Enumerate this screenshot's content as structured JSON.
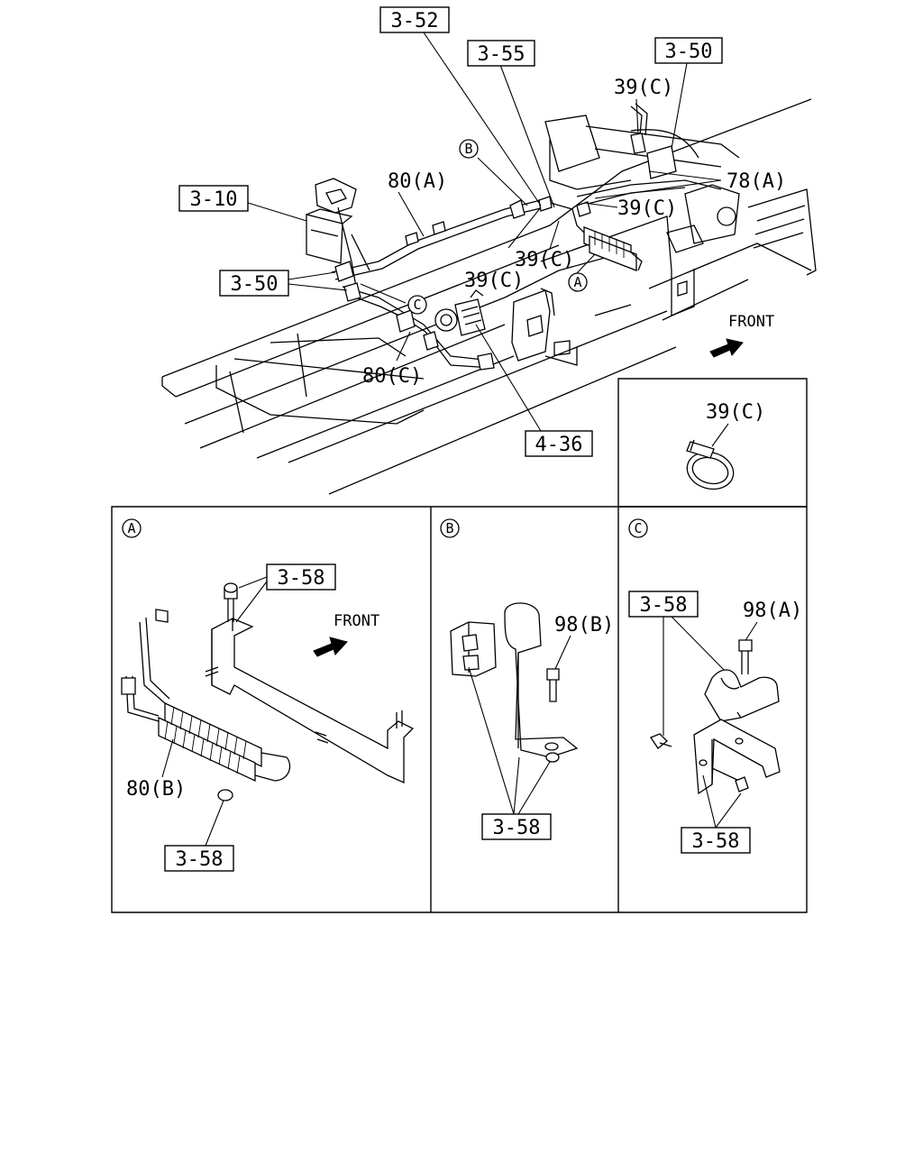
{
  "callouts": {
    "ref_3_52": "3-52",
    "ref_3_55": "3-55",
    "ref_3_50_top": "3-50",
    "ref_3_10": "3-10",
    "ref_3_50_left": "3-50",
    "ref_4_36": "4-36",
    "part_39c_top": "39(C)",
    "part_80a": "80(A)",
    "part_78a": "78(A)",
    "part_39c_mid_right": "39(C)",
    "part_39c_mid": "39(C)",
    "part_80c": "80(C)",
    "detail_b_marker": "B",
    "detail_c_marker": "C",
    "detail_a_marker": "A",
    "front_main": "FRONT"
  },
  "inset_clamp": {
    "part": "39(C)"
  },
  "panel_a": {
    "marker": "A",
    "ref_top": "3-58",
    "front": "FRONT",
    "part_80b": "80(B)",
    "ref_bottom": "3-58"
  },
  "panel_b": {
    "marker": "B",
    "part_98b": "98(B)",
    "ref": "3-58"
  },
  "panel_c": {
    "marker": "C",
    "ref_top": "3-58",
    "part_98a": "98(A)",
    "ref_bottom": "3-58"
  }
}
